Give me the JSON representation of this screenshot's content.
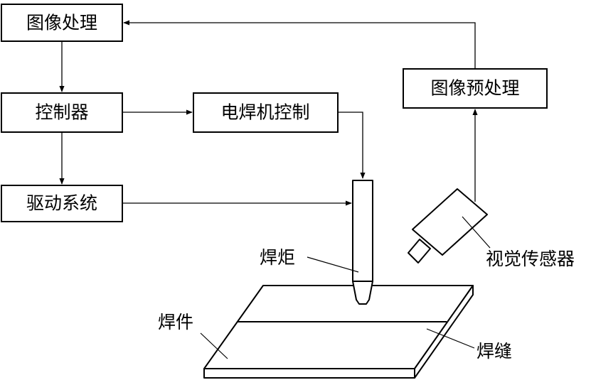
{
  "boxes": {
    "image_processing": "图像处理",
    "controller": "控制器",
    "drive_system": "驱动系统",
    "welder_control": "电焊机控制",
    "image_preprocessing": "图像预处理"
  },
  "labels": {
    "torch": "焊炬",
    "vision_sensor": "视觉传感器",
    "workpiece": "焊件",
    "weld_seam": "焊缝"
  }
}
